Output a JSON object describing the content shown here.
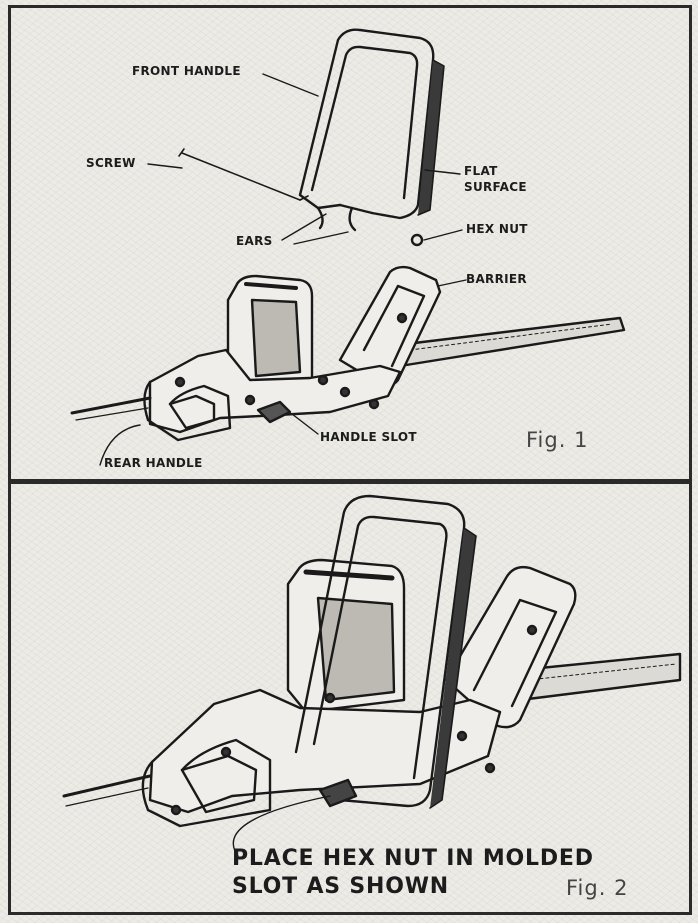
{
  "figure1": {
    "labels": {
      "front_handle": "FRONT HANDLE",
      "screw": "SCREW",
      "flat_surface_line1": "FLAT",
      "flat_surface_line2": "SURFACE",
      "ears": "EARS",
      "hex_nut": "HEX NUT",
      "barrier": "BARRIER",
      "handle_slot": "HANDLE SLOT",
      "rear_handle": "REAR HANDLE"
    },
    "caption": "Fig. 1"
  },
  "figure2": {
    "instruction_line1": "PLACE HEX NUT IN MOLDED",
    "instruction_line2": "SLOT AS SHOWN",
    "caption": "Fig. 2"
  }
}
